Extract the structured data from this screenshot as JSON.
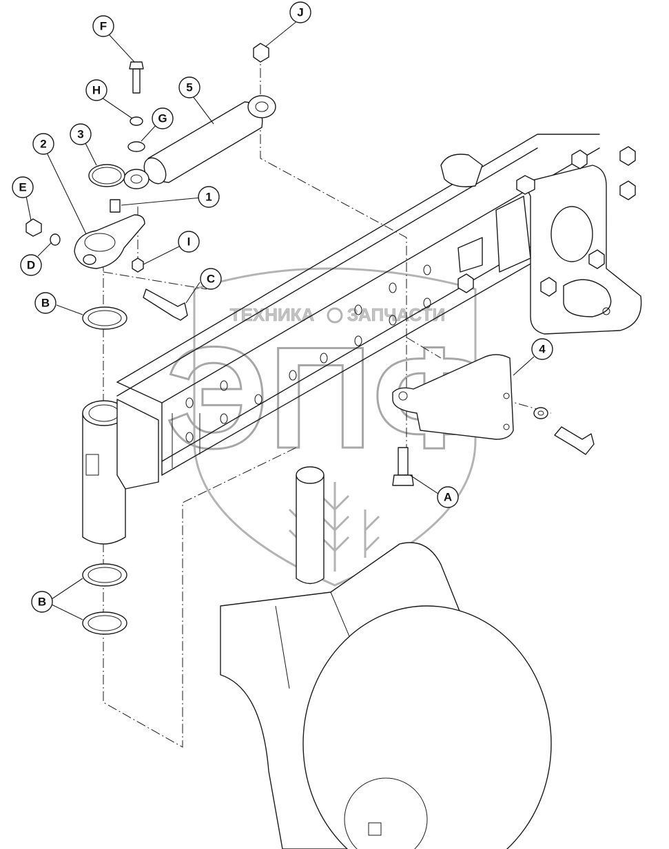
{
  "callouts": [
    {
      "id": "callout-1",
      "label": "1"
    },
    {
      "id": "callout-2",
      "label": "2"
    },
    {
      "id": "callout-3",
      "label": "3"
    },
    {
      "id": "callout-4",
      "label": "4"
    },
    {
      "id": "callout-5",
      "label": "5"
    },
    {
      "id": "callout-A",
      "label": "A"
    },
    {
      "id": "callout-B-top",
      "label": "B"
    },
    {
      "id": "callout-B-bottom",
      "label": "B"
    },
    {
      "id": "callout-C",
      "label": "C"
    },
    {
      "id": "callout-D",
      "label": "D"
    },
    {
      "id": "callout-E",
      "label": "E"
    },
    {
      "id": "callout-F",
      "label": "F"
    },
    {
      "id": "callout-G",
      "label": "G"
    },
    {
      "id": "callout-H",
      "label": "H"
    },
    {
      "id": "callout-I",
      "label": "I"
    },
    {
      "id": "callout-J",
      "label": "J"
    }
  ],
  "watermark": {
    "top_left": "ТЕХНИКА",
    "top_right": "ЗАПЧАСТИ",
    "logo": "ЭПФ"
  },
  "colors": {
    "line": "#1a1a1a",
    "watermark": "#8a8a8a",
    "background": "#ffffff"
  }
}
